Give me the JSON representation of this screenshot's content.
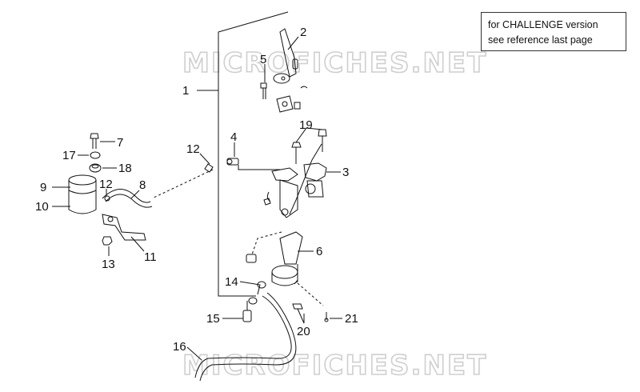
{
  "note": {
    "line1": "for CHALLENGE version",
    "line2": "see reference last page"
  },
  "watermark": "MICROFICHES.NET",
  "callouts": {
    "c1": "1",
    "c2": "2",
    "c3": "3",
    "c4": "4",
    "c5": "5",
    "c6": "6",
    "c7": "7",
    "c8": "8",
    "c9": "9",
    "c10": "10",
    "c11": "11",
    "c12a": "12",
    "c12b": "12",
    "c13": "13",
    "c14": "14",
    "c15": "15",
    "c16": "16",
    "c17": "17",
    "c18": "18",
    "c19": "19",
    "c20": "20",
    "c21": "21"
  },
  "colors": {
    "line": "#111111",
    "watermark": "#cfcfcf"
  }
}
